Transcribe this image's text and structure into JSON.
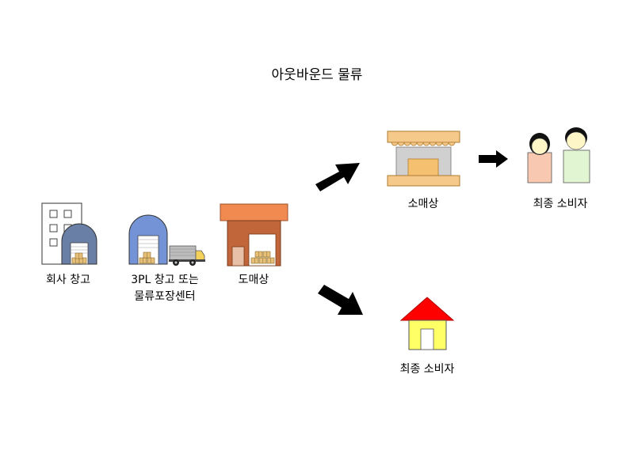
{
  "title": "아웃바운드 물류",
  "nodes": {
    "company_warehouse": {
      "label": "회사 창고"
    },
    "third_party": {
      "line1": "3PL 창고 또는",
      "line2": "물류포장센터"
    },
    "wholesaler": {
      "label": "도매상"
    },
    "retailer": {
      "label": "소매상"
    },
    "consumer_people": {
      "label": "최종 소비자"
    },
    "consumer_house": {
      "label": "최종 소비자"
    }
  },
  "colors": {
    "warehouse_blue": "#6a7fa6",
    "threepl_blue": "#7393d6",
    "wholesale_orange": "#f08a50",
    "wholesale_brown": "#c0663a",
    "awning": "#f5c98a",
    "roof_red": "#ff0000",
    "house_yellow": "#ffff66",
    "person_pink": "#f8c8b0",
    "person_green": "#e2f5d2"
  },
  "icons": [
    "building-icon",
    "warehouse-icon",
    "truck-icon",
    "wholesale-store-icon",
    "retail-store-icon",
    "person-icon",
    "house-icon",
    "arrow-icon"
  ]
}
